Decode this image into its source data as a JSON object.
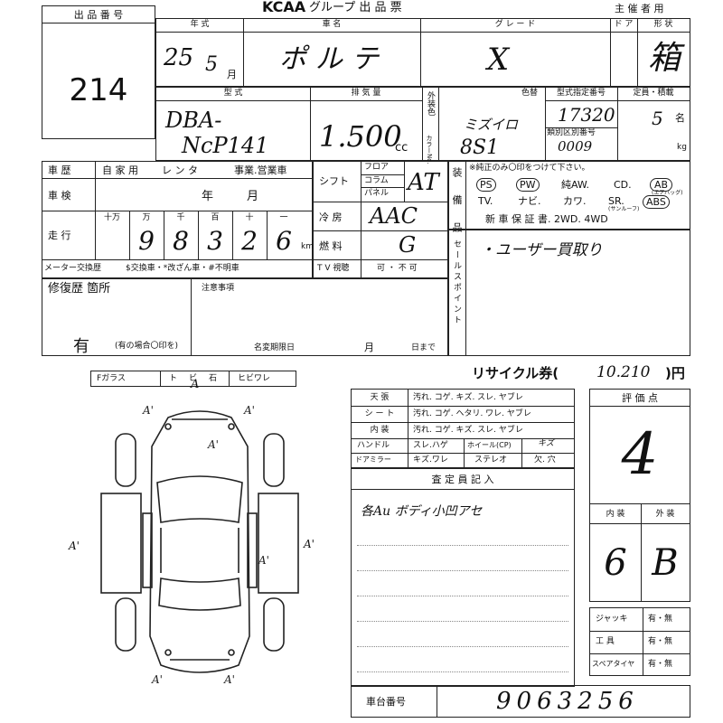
{
  "lot": {
    "header": "出 品 番 号",
    "number": "214"
  },
  "header": {
    "logo": "KCAA",
    "title": "グループ 出 品 票",
    "organizer": "主 催 者 用"
  },
  "row1": {
    "year_label": "年 式",
    "vehicle_label": "車 名",
    "grade_label": "グ レ ー ド",
    "door_label": "ド ア",
    "shape_label": "形 状",
    "year": "25",
    "month": "5",
    "month_unit": "月",
    "vehicle_name": "ポルテ",
    "grade": "X",
    "shape": "箱"
  },
  "row2": {
    "model_label": "型 式",
    "displacement_label": "排 気 量",
    "color_side": "外装色",
    "color_no_label": "カラーNo.",
    "color_change_label": "色替",
    "type_label": "型式指定番号",
    "class_label": "類別区別番号",
    "capacity_label": "定員・積載",
    "model_line1": "DBA-",
    "model_line2": "NcP141",
    "displacement": "1.500",
    "cc": "cc",
    "color": "ミズイロ",
    "color_no": "8S1",
    "type_no": "17320",
    "class_no": "0009",
    "capacity": "5",
    "capacity_unit": "名",
    "kg": "kg"
  },
  "history": {
    "label": "車 歴",
    "options": [
      "自 家 用",
      "レ ン タ",
      "事業.営業車"
    ],
    "inspection_label": "車 検",
    "inspection_year": "年",
    "inspection_month": "月",
    "mileage_label": "走 行",
    "digit_labels": [
      "十万",
      "万",
      "千",
      "百",
      "十",
      "一"
    ],
    "mileage_digits": [
      "9",
      "8",
      "3",
      "2",
      "6"
    ],
    "km": "km",
    "meter_label": "メーター交換歴",
    "meter_options": "$交換車・*改ざん車・#不明車",
    "tv_label": "T V 視聴",
    "tv_options": "可 ・ 不 可"
  },
  "specs": {
    "shift_label": "シフト",
    "shift_opts": [
      "フロア",
      "コラム",
      "パネル"
    ],
    "shift_val": "AT",
    "cool_label": "冷 房",
    "cool_val": "AAC",
    "fuel_label": "燃 料",
    "fuel_val": "G"
  },
  "equipment": {
    "label": "装 備 品",
    "note": "※純正のみ〇印をつけて下さい。",
    "row1": [
      "PS",
      "PW",
      "純AW.",
      "CD.",
      "AB"
    ],
    "row1_sub": "(エアバッグ)",
    "row2": [
      "TV.",
      "ナビ.",
      "カワ.",
      "SR.",
      "ABS"
    ],
    "row2_sub": "(サンルーフ)",
    "row3": "新 車 保 証 書. 2WD. 4WD"
  },
  "sales_point": {
    "label": "セールスポイント",
    "text": "・ユーザー買取り"
  },
  "repair": {
    "label": "修復歴 箇所",
    "value": "有",
    "note": "(有の場合〇印を)",
    "caution_label": "注意事項",
    "deadline_label": "名変期限日",
    "month": "月",
    "day": "日まで"
  },
  "glass": {
    "label": "Fガラス",
    "options": [
      "ト",
      "ビ",
      "石",
      "ヒビワレ"
    ],
    "mark": "A"
  },
  "recycle": {
    "label": "リサイクル券(",
    "amount": "10.210",
    "unit": ")円"
  },
  "condition_table": [
    {
      "label": "天 張",
      "items": "汚れ. コゲ. キズ. スレ. ヤブレ"
    },
    {
      "label": "シ ー ト",
      "items": "汚れ. コゲ. ヘタリ. ワレ. ヤブレ"
    },
    {
      "label": "内 装",
      "items": "汚れ. コゲ. キズ. スレ. ヤブレ"
    }
  ],
  "handle": {
    "label": "ハンドル",
    "items": "スレ.ハゲ",
    "wheel_label": "ホイール(CP)",
    "wheel_val": "キズ"
  },
  "door_mirror": {
    "label": "ドアミラー",
    "items": "キズ.ワレ",
    "stereo": "ステレオ",
    "missing": "欠. 穴"
  },
  "inspector": {
    "label": "査 定 員 記 入",
    "text": "各Au ボディ小凹アセ"
  },
  "score": {
    "label": "評 価 点",
    "value": "4",
    "interior_label": "内 装",
    "exterior_label": "外 装",
    "interior": "6",
    "exterior": "B"
  },
  "tools": [
    {
      "label": "ジャッキ",
      "val": "有・無"
    },
    {
      "label": "工 具",
      "val": "有・無"
    },
    {
      "label": "スペアタイヤ",
      "val": "有・無"
    }
  ],
  "chassis": {
    "label": "車台番号",
    "number": "9063256"
  },
  "car_marks": [
    "A",
    "A'",
    "A'",
    "A'",
    "A'",
    "A'",
    "A'",
    "A'",
    "A'"
  ]
}
